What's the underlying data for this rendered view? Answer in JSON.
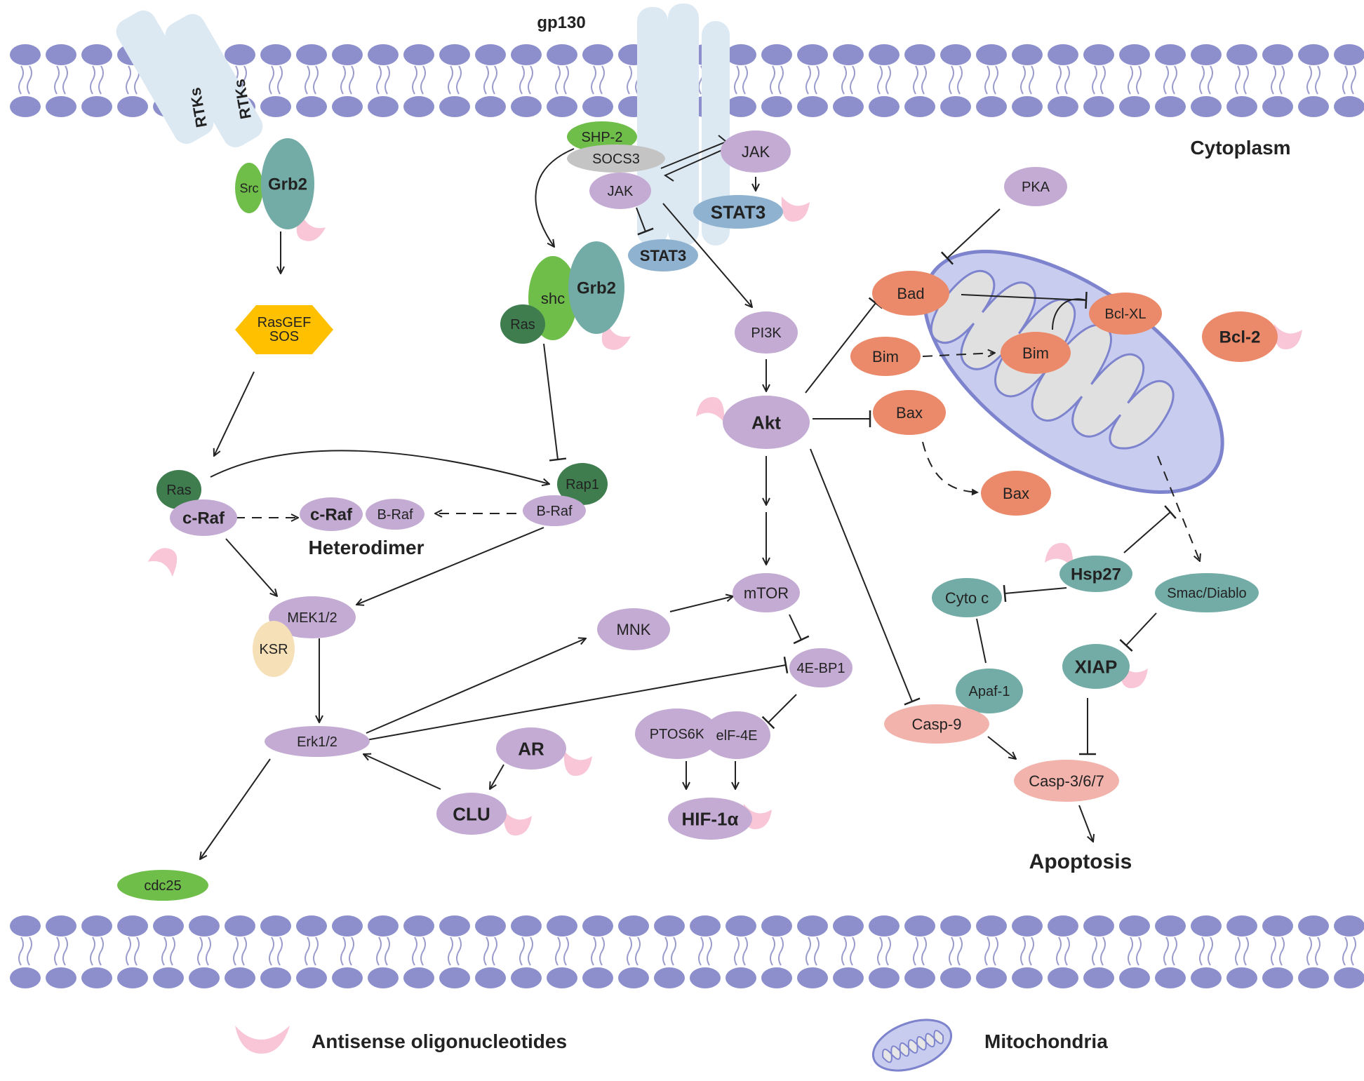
{
  "labels": {
    "gp130": "gp130",
    "cytoplasm": "Cytoplasm",
    "heterodimer": "Heterodimer",
    "apoptosis": "Apoptosis",
    "rtk1": "RTKs",
    "rtk2": "RTKs",
    "sos_line1": "RasGEF",
    "sos_line2": "SOS",
    "legend_aso": "Antisense oligonucleotides",
    "legend_mito": "Mitochondria"
  },
  "nodes": [
    {
      "key": "src",
      "text": "Src",
      "bold": false
    },
    {
      "key": "grb2_a",
      "text": "Grb2",
      "bold": true
    },
    {
      "key": "shp2",
      "text": "SHP-2",
      "bold": false
    },
    {
      "key": "socs3",
      "text": "SOCS3",
      "bold": false
    },
    {
      "key": "jak_a",
      "text": "JAK",
      "bold": false
    },
    {
      "key": "jak_b",
      "text": "JAK",
      "bold": false
    },
    {
      "key": "stat3_a",
      "text": "STAT3",
      "bold": true
    },
    {
      "key": "stat3_b",
      "text": "STAT3",
      "bold": true
    },
    {
      "key": "shc",
      "text": "shc",
      "bold": false
    },
    {
      "key": "grb2_b",
      "text": "Grb2",
      "bold": true
    },
    {
      "key": "ras_a",
      "text": "Ras",
      "bold": false
    },
    {
      "key": "pi3k",
      "text": "PI3K",
      "bold": false
    },
    {
      "key": "akt",
      "text": "Akt",
      "bold": true
    },
    {
      "key": "pka",
      "text": "PKA",
      "bold": false
    },
    {
      "key": "bad",
      "text": "Bad",
      "bold": false
    },
    {
      "key": "bim_a",
      "text": "Bim",
      "bold": false
    },
    {
      "key": "bim_b",
      "text": "Bim",
      "bold": false
    },
    {
      "key": "bax_a",
      "text": "Bax",
      "bold": false
    },
    {
      "key": "bax_b",
      "text": "Bax",
      "bold": false
    },
    {
      "key": "bclxl",
      "text": "Bcl-XL",
      "bold": false
    },
    {
      "key": "bcl2",
      "text": "Bcl-2",
      "bold": true
    },
    {
      "key": "ras_b",
      "text": "Ras",
      "bold": false
    },
    {
      "key": "craf_a",
      "text": "c-Raf",
      "bold": true
    },
    {
      "key": "craf_b",
      "text": "c-Raf",
      "bold": true
    },
    {
      "key": "braf_a",
      "text": "B-Raf",
      "bold": false
    },
    {
      "key": "rap1",
      "text": "Rap1",
      "bold": false
    },
    {
      "key": "braf_b",
      "text": "B-Raf",
      "bold": false
    },
    {
      "key": "mek",
      "text": "MEK1/2",
      "bold": false
    },
    {
      "key": "ksr",
      "text": "KSR",
      "bold": false
    },
    {
      "key": "erk",
      "text": "Erk1/2",
      "bold": false
    },
    {
      "key": "cdc25",
      "text": "cdc25",
      "bold": false
    },
    {
      "key": "mnk",
      "text": "MNK",
      "bold": false
    },
    {
      "key": "mtor",
      "text": "mTOR",
      "bold": false
    },
    {
      "key": "ebp1",
      "text": "4E-BP1",
      "bold": false
    },
    {
      "key": "ptos6k",
      "text": "PTOS6K",
      "bold": false
    },
    {
      "key": "eif4e",
      "text": "elF-4E",
      "bold": false
    },
    {
      "key": "hif1a",
      "text": "HIF-1α",
      "bold": true
    },
    {
      "key": "ar",
      "text": "AR",
      "bold": true
    },
    {
      "key": "clu",
      "text": "CLU",
      "bold": true
    },
    {
      "key": "hsp27",
      "text": "Hsp27",
      "bold": true
    },
    {
      "key": "cytoc",
      "text": "Cyto c",
      "bold": false
    },
    {
      "key": "smac",
      "text": "Smac/Diablo",
      "bold": false
    },
    {
      "key": "xiap",
      "text": "XIAP",
      "bold": true
    },
    {
      "key": "apaf1",
      "text": "Apaf-1",
      "bold": false
    },
    {
      "key": "casp9",
      "text": "Casp-9",
      "bold": false
    },
    {
      "key": "casp367",
      "text": "Casp-3/6/7",
      "bold": false
    }
  ],
  "colors": {
    "membrane_head": "#8c8fcc",
    "membrane_tail": "#9a9ccc",
    "receptor": "#dce9f3",
    "purple": "#c4abd3",
    "green": "#6fbe4a",
    "dark_green": "#3f7d4f",
    "teal": "#73aca6",
    "orange": "#ea8a6a",
    "salmon": "#f2b3ad",
    "blue": "#8eb2cf",
    "gray": "#c4c4c4",
    "yellow": "#ffc000",
    "tan": "#f5e0b8",
    "aso": "#f8c6d6",
    "mito_outer": "#c8cdf0",
    "mito_stroke": "#7d83cc",
    "mito_inner": "#e0e0e0"
  }
}
